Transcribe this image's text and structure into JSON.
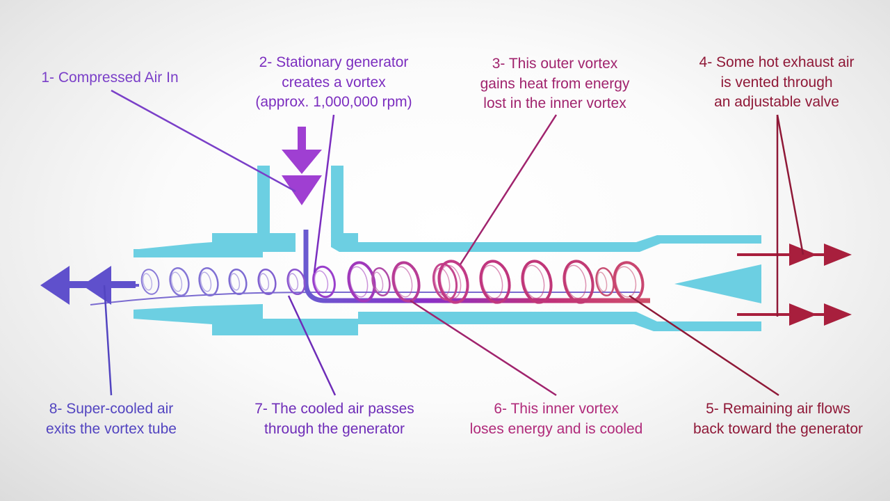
{
  "colors": {
    "tube": "#6ccfe2",
    "purple": "#7a3fc8",
    "violet": "#8f2dc7",
    "magenta": "#b02a7a",
    "crimson": "#9c1d3d",
    "blue_violet": "#5a48c8"
  },
  "labels": {
    "step1": {
      "lines": [
        "1- Compressed Air In"
      ],
      "color": "#7a3fc8"
    },
    "step2": {
      "lines": [
        "2- Stationary generator",
        "creates a vortex",
        "(approx. 1,000,000 rpm)"
      ],
      "color": "#7b2dbf"
    },
    "step3": {
      "lines": [
        "3- This outer vortex",
        "gains heat from energy",
        "lost in the inner vortex"
      ],
      "color": "#a0236d"
    },
    "step4": {
      "lines": [
        "4- Some hot exhaust air",
        "is vented through",
        "an adjustable valve"
      ],
      "color": "#8f1837"
    },
    "step5": {
      "lines": [
        "5- Remaining air flows",
        "back toward the generator"
      ],
      "color": "#8f1837"
    },
    "step6": {
      "lines": [
        "6- This inner vortex",
        "loses energy and is cooled"
      ],
      "color": "#b02a7a"
    },
    "step7": {
      "lines": [
        "7- The cooled air passes",
        "through the generator"
      ],
      "color": "#6e2cb8"
    },
    "step8": {
      "lines": [
        "8- Super-cooled air",
        "exits the vortex tube"
      ],
      "color": "#5244c0"
    }
  }
}
